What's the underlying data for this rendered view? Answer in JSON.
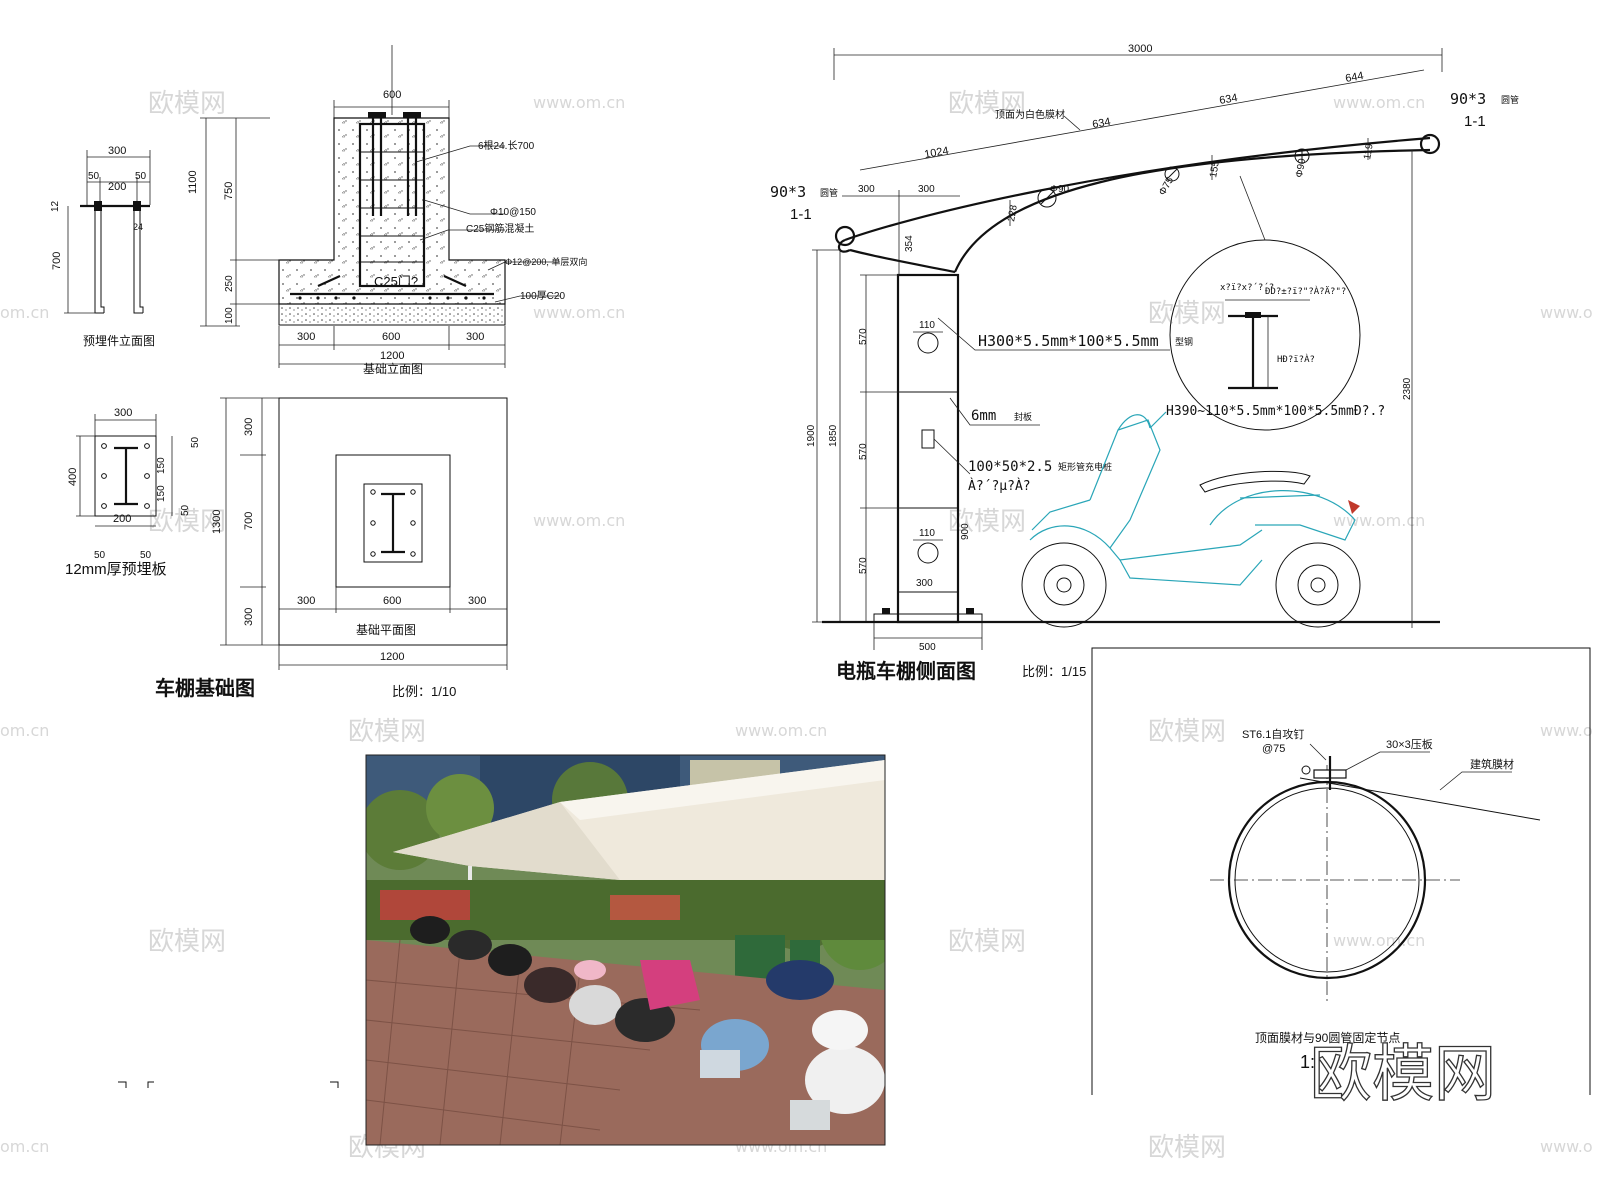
{
  "watermark": {
    "cn": "欧模网",
    "url": "www.om.cn",
    "edge_left": "om.cn",
    "edge_right": "www.o"
  },
  "foundation": {
    "title": "车棚基础图",
    "scale": "比例：1/10",
    "embed_elev": {
      "caption": "预埋件立面图",
      "d_top": "300",
      "d_50a": "50",
      "d_200": "200",
      "d_50b": "50",
      "d_12": "12",
      "d_700": "700",
      "d_24": "24"
    },
    "elevation": {
      "caption": "基础立面图",
      "d_top": "600",
      "d_total_h": "1100",
      "d_750": "750",
      "d_250": "250",
      "d_100": "100",
      "d_300a": "300",
      "d_600": "600",
      "d_300b": "300",
      "d_1200": "1200",
      "note_rebar": "6根24.长700",
      "note_stirrup": "Φ10@150",
      "note_concrete": "C25钢筋混凝土",
      "note_bottom_bar": "Φ12@200, 单层双向",
      "note_base": "100厚C20",
      "note_center": "C25门?"
    },
    "plate": {
      "caption": "12mm厚预埋板",
      "d_300": "300",
      "d_400": "400",
      "d_50a": "50",
      "d_150a": "150",
      "d_150b": "150",
      "d_50b": "50",
      "d_200": "200",
      "d_50c": "50",
      "d_50d": "50"
    },
    "plan": {
      "caption": "基础平面图",
      "d_300a": "300",
      "d_600": "600",
      "d_300b": "300",
      "d_1200": "1200",
      "v_300a": "300",
      "v_700": "700",
      "v_300b": "300",
      "v_1300": "1300"
    }
  },
  "side_view": {
    "title": "电瓶车棚侧面图",
    "scale": "比例：1/15",
    "d_3000": "3000",
    "d_1024": "1024",
    "d_634a": "634",
    "d_634b": "634",
    "d_644": "644",
    "pipe_left": "90*3",
    "pipe_left_sub": "圆管",
    "pipe_left_tag": "1-1",
    "pipe_right": "90*3",
    "pipe_right_sub": "圆管",
    "pipe_right_tag": "1-1",
    "d_300a": "300",
    "d_300b": "300",
    "d_354": "354",
    "d_228": "228",
    "d_155": "155",
    "d_119": "119",
    "phi90a": "Φ90",
    "phi75": "Φ75",
    "phi90b": "Φ90",
    "note_membrane": "顶面为白色膜材",
    "h_steel": "H300*5.5mm*100*5.5mm",
    "h_steel_sub": "型钢",
    "plate_6mm": "6mm",
    "plate_6mm_sub": "封板",
    "rect_tube": "100*50*2.5",
    "rect_tube_sub": "矩形管充电桩",
    "rect_tube_line2": "À?´?µ?À?",
    "hole_110a": "110",
    "hole_110b": "110",
    "hole_300": "300",
    "d_900": "900",
    "d_570a": "570",
    "d_570b": "570",
    "d_570c": "570",
    "d_1900": "1900",
    "d_1850": "1850",
    "d_2380": "2380",
    "d_500": "500",
    "detail_t1": "x?ï?x?´?´?",
    "detail_t2": "ÐD?±?ï?\"?À?Ä?\"?",
    "detail_t3": "HÐ?ï?À?",
    "detail_h": "H390~110*5.5mm*100*5.5mmÐ?.?"
  },
  "node": {
    "caption": "顶面膜材与90圆管固定节点",
    "scale": "1:",
    "screw": "ST6.1自攻钉",
    "screw_spacing": "@75",
    "flat": "30×3压板",
    "membrane": "建筑膜材"
  },
  "photo": {
    "description": "photo-of-built-carport"
  },
  "colors": {
    "line": "#111111",
    "scooter": "#2aa6b8",
    "watermark": "#d7d7d7",
    "membrane_roof": "#efe9dc",
    "paving": "#9a6a5c"
  }
}
